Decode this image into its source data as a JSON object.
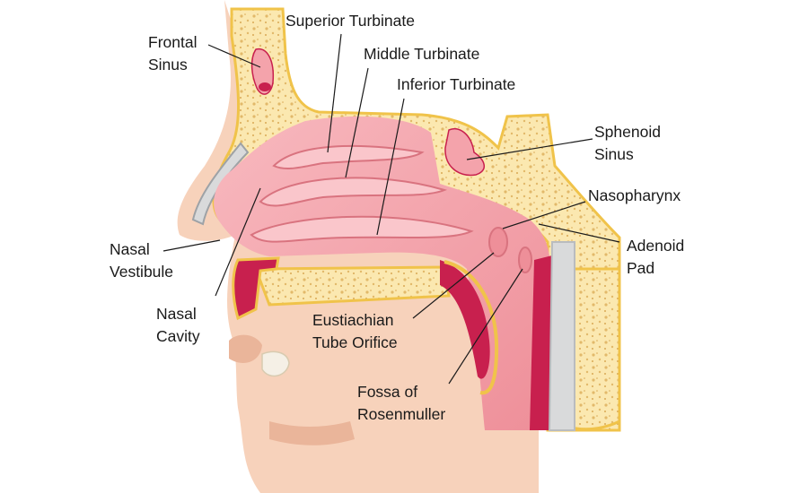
{
  "labels": {
    "frontal_sinus": [
      "Frontal",
      "Sinus"
    ],
    "superior_turbinate": "Superior Turbinate",
    "middle_turbinate": "Middle Turbinate",
    "inferior_turbinate": "Inferior Turbinate",
    "sphenoid_sinus": [
      "Sphenoid",
      "Sinus"
    ],
    "nasopharynx": "Nasopharynx",
    "adenoid_pad": [
      "Adenoid",
      "Pad"
    ],
    "nasal_vestibule": [
      "Nasal",
      "Vestibule"
    ],
    "nasal_cavity": [
      "Nasal",
      "Cavity"
    ],
    "eustachian_tube_orifice": [
      "Eustiachian",
      "Tube Orifice"
    ],
    "fossa_of_rosenmuller": [
      "Fossa of",
      "Rosenmuller"
    ]
  },
  "colors": {
    "skin": "#f7d2bb",
    "skin_dark": "#eab59a",
    "mucosa": "#f4a3ab",
    "mucosa_light": "#fac6cb",
    "bone": "#fbe8b0",
    "bone_dots": "#e2b96a",
    "bone_edge": "#f0c34a",
    "muscle": "#c8204e",
    "cartilage": "#d9dadb",
    "ligament": "#b9bcbf"
  }
}
